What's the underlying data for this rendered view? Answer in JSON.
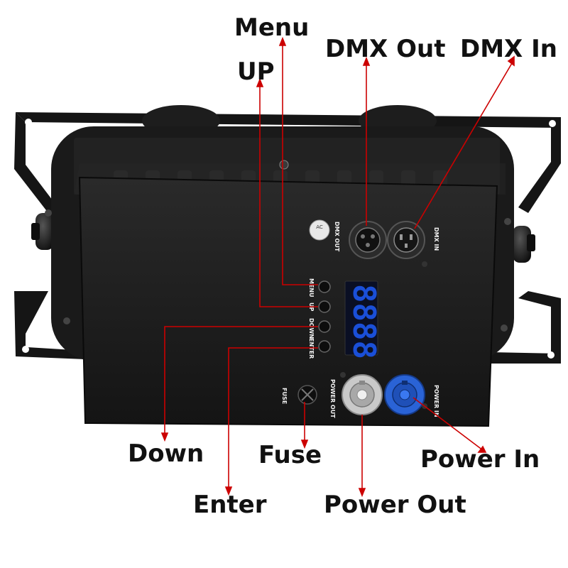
{
  "callouts": {
    "menu": "Menu",
    "up": "UP",
    "dmx_out": "DMX Out",
    "dmx_in": "DMX In",
    "down": "Down",
    "enter": "Enter",
    "fuse": "Fuse",
    "power_out": "Power Out",
    "power_in": "Power In"
  },
  "panel_labels": {
    "dmx_out": "DMX OUT",
    "dmx_in": "DMX IN",
    "menu": "MENU",
    "up": "UP",
    "down": "DOWN",
    "enter": "ENTER",
    "fuse": "FUSE",
    "power_out": "POWER OUT",
    "power_in": "POWER IN",
    "ac_sticker": "AC"
  },
  "display": {
    "digits": "8888"
  },
  "colors": {
    "leader_line": "#cc0000",
    "leader_dot": "#cc0000",
    "display_digits": "#1a4fd8",
    "power_in_connector": "#2a63d6",
    "power_out_connector": "#c9c9c9",
    "device_body": "#1c1c1c"
  }
}
